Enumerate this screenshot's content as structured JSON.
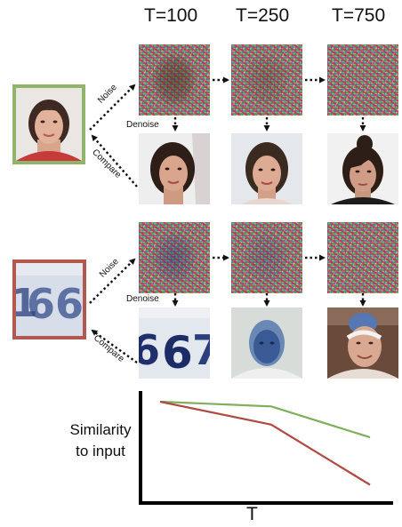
{
  "columns": [
    "T=100",
    "T=250",
    "T=750"
  ],
  "arrow_labels": {
    "noise": "Noise",
    "denoise": "Denoise",
    "compare": "Compare"
  },
  "rows": [
    {
      "input": "face photo",
      "frame_color": "#8fb46a",
      "noise_faces_visible": [
        0.55,
        0.25,
        0.0
      ],
      "outputs": [
        "woman face",
        "woman face",
        "woman face, updo"
      ]
    },
    {
      "input": "blurry house number digits",
      "frame_color": "#b3584f",
      "noise_faces_visible": [
        0.25,
        0.12,
        0.0
      ],
      "outputs": [
        "digits 6 7",
        "blue-tinted face",
        "older man face"
      ]
    }
  ],
  "chart": {
    "ylabel_line1": "Similarity",
    "ylabel_line2": "to input",
    "xlabel": "T",
    "series": [
      {
        "color": "#7fae5e",
        "values": [
          1.0,
          0.94,
          0.55
        ]
      },
      {
        "color": "#b04a42",
        "values": [
          1.0,
          0.71,
          -0.05
        ]
      }
    ]
  }
}
